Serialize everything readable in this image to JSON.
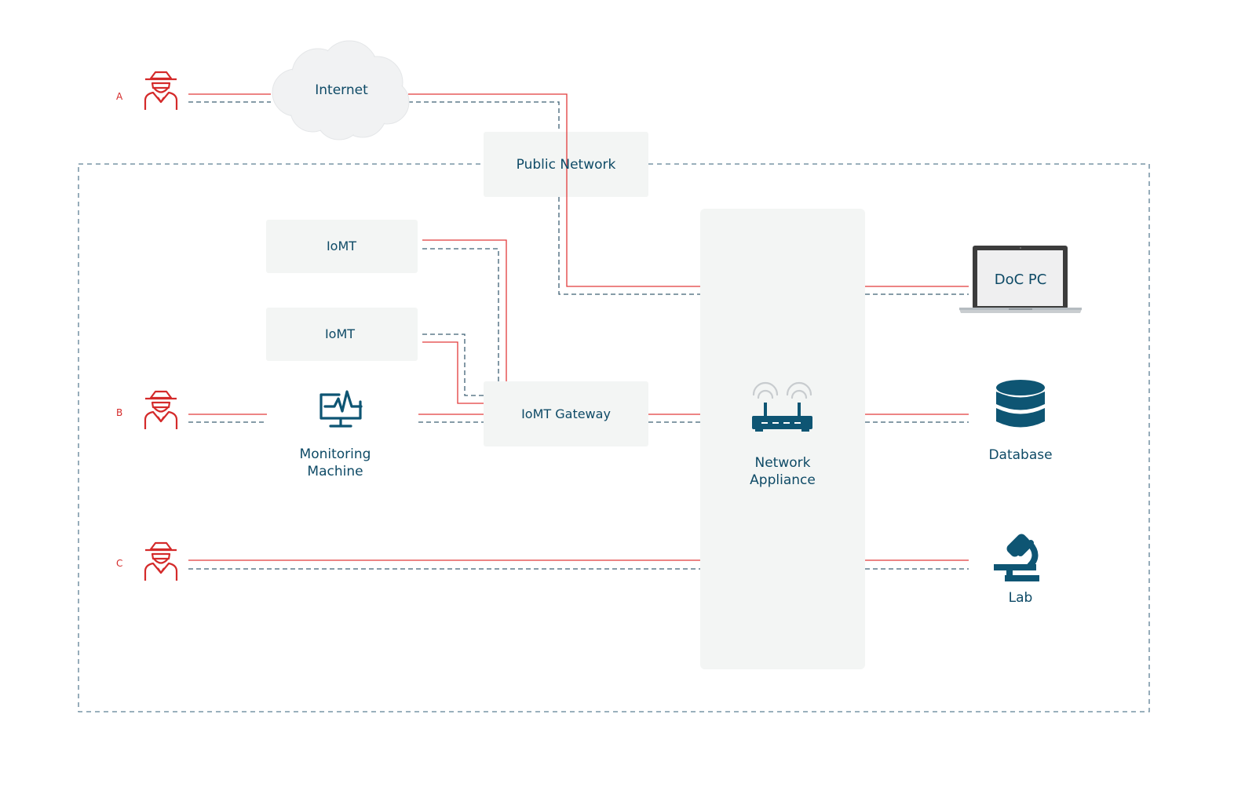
{
  "colors": {
    "attack": "#e23b3b",
    "attacker": "#d42a2a",
    "secure": "#3f6175",
    "icon": "#0e5573",
    "text": "#0e4a66",
    "box": "#f3f5f4",
    "boundary": "#5e8094"
  },
  "attackers": [
    {
      "label": "A",
      "icon": "hacker-icon"
    },
    {
      "label": "B",
      "icon": "hacker-icon"
    },
    {
      "label": "C",
      "icon": "hacker-icon"
    }
  ],
  "nodes": {
    "internet": {
      "label": "Internet",
      "icon": "cloud-icon"
    },
    "public_network": {
      "label": "Public Network"
    },
    "iomt_1": {
      "label": "IoMT"
    },
    "iomt_2": {
      "label": "IoMT"
    },
    "iomt_gateway": {
      "label": "IoMT Gateway"
    },
    "monitoring": {
      "label_line1": "Monitoring",
      "label_line2": "Machine",
      "icon": "monitor-pulse-icon"
    },
    "network_appliance": {
      "label_line1": "Network",
      "label_line2": "Appliance",
      "icon": "router-icon"
    },
    "doc_pc": {
      "label": "DoC PC",
      "icon": "laptop-icon"
    },
    "database": {
      "label": "Database",
      "icon": "database-icon"
    },
    "lab": {
      "label": "Lab",
      "icon": "microscope-icon"
    }
  }
}
